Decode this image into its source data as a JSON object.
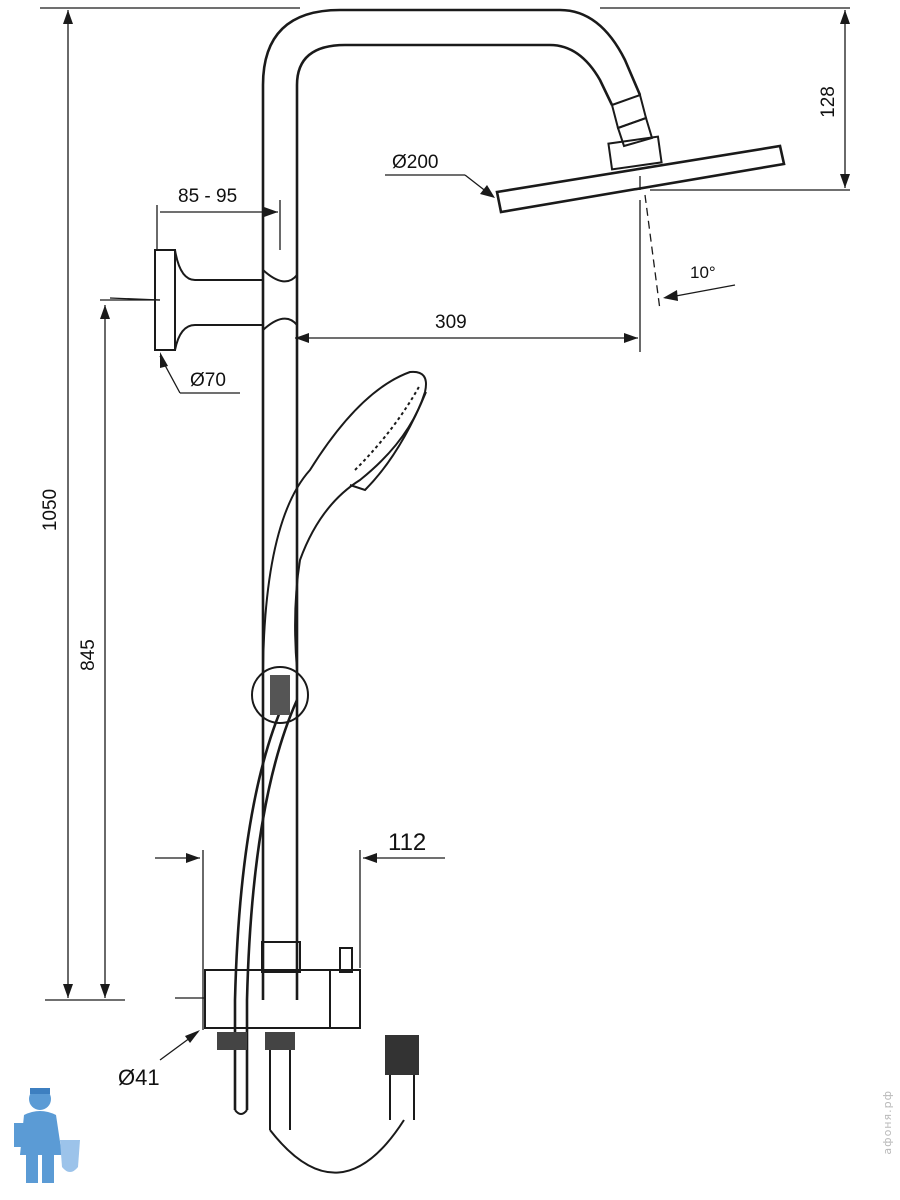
{
  "dimensions": {
    "total_height": "1050",
    "outlet_height": "845",
    "head_drop": "128",
    "head_diameter": "Ø200",
    "wall_offset": "85 - 95",
    "flange_diameter": "Ø70",
    "arm_reach": "309",
    "tilt_angle": "10°",
    "mixer_width": "112",
    "mixer_diameter": "Ø41"
  },
  "watermark": "афоня.рф",
  "icons": {
    "logo": "plumber-mascot-icon"
  },
  "colors": {
    "line": "#1a1a1a",
    "logo_blue": "#5b9bd5",
    "watermark": "#b9b9b9"
  }
}
